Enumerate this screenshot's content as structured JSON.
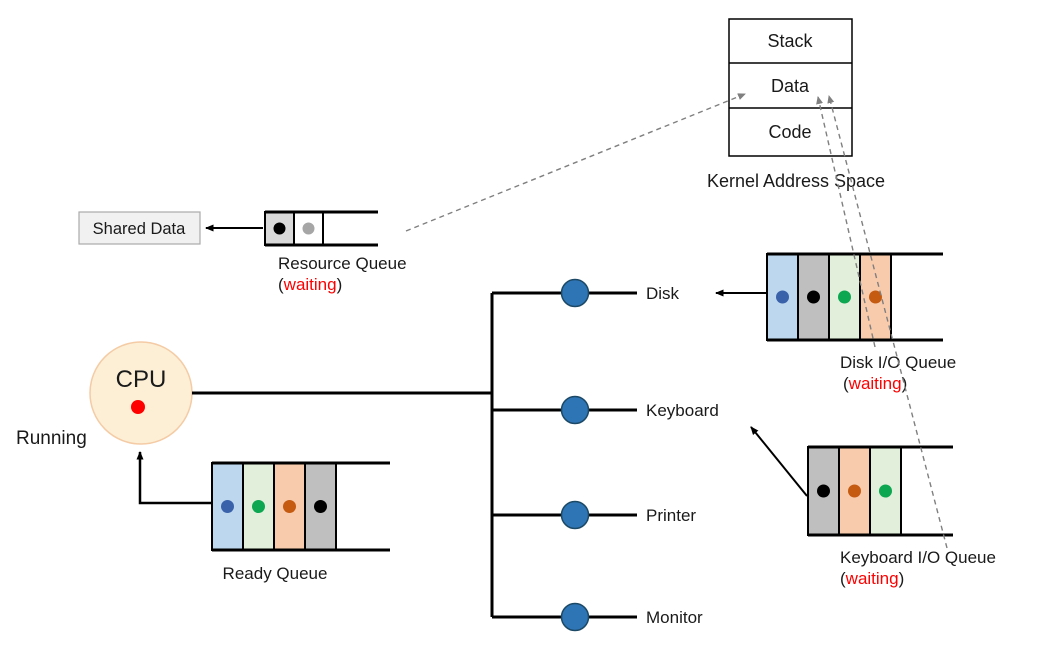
{
  "palette": {
    "cell_blue": "#BDD7EE",
    "cell_green": "#E2EFDA",
    "cell_orange": "#F8CBAD",
    "cell_gray": "#BFBFBF",
    "cell_gray_light": "#D9D9D9",
    "cell_white": "#FFFFFF",
    "dot_blue": "#3A62AA",
    "dot_green": "#0CA750",
    "dot_orange": "#C55A11",
    "dot_black": "#000000",
    "dot_gray": "#A6A6A6",
    "device_circle_fill": "#2E75B6",
    "device_circle_stroke": "#1C4966",
    "cpu_fill": "#FCEFD5",
    "cpu_stroke": "#F4CBA5",
    "accent_red": "#FF0000",
    "dashed_gray": "#7F7F7F"
  },
  "kernel": {
    "rows": [
      "Stack",
      "Data",
      "Code"
    ],
    "caption": "Kernel Address Space"
  },
  "shared_data": {
    "label": "Shared Data"
  },
  "cpu": {
    "label": "CPU",
    "status": "Running"
  },
  "devices": [
    {
      "name": "Disk"
    },
    {
      "name": "Keyboard"
    },
    {
      "name": "Printer"
    },
    {
      "name": "Monitor"
    }
  ],
  "waiting": {
    "open": "(",
    "word": "waiting",
    "close": ")"
  },
  "queues": {
    "resource": {
      "label": "Resource Queue",
      "cells": [
        {
          "fill": "#D9D9D9",
          "dot": "#000000"
        },
        {
          "fill": "#FFFFFF",
          "dot": "#A6A6A6"
        }
      ]
    },
    "ready": {
      "label": "Ready Queue",
      "cells": [
        {
          "fill": "#BDD7EE",
          "dot": "#3A62AA"
        },
        {
          "fill": "#E2EFDA",
          "dot": "#0CA750"
        },
        {
          "fill": "#F8CBAD",
          "dot": "#C55A11"
        },
        {
          "fill": "#BFBFBF",
          "dot": "#000000"
        }
      ]
    },
    "disk": {
      "label": "Disk I/O Queue",
      "cells": [
        {
          "fill": "#BDD7EE",
          "dot": "#3A62AA"
        },
        {
          "fill": "#BFBFBF",
          "dot": "#000000"
        },
        {
          "fill": "#E2EFDA",
          "dot": "#0CA750"
        },
        {
          "fill": "#F8CBAD",
          "dot": "#C55A11"
        }
      ]
    },
    "keyboard": {
      "label": "Keyboard I/O Queue",
      "cells": [
        {
          "fill": "#BFBFBF",
          "dot": "#000000"
        },
        {
          "fill": "#F8CBAD",
          "dot": "#C55A11"
        },
        {
          "fill": "#E2EFDA",
          "dot": "#0CA750"
        }
      ]
    }
  }
}
